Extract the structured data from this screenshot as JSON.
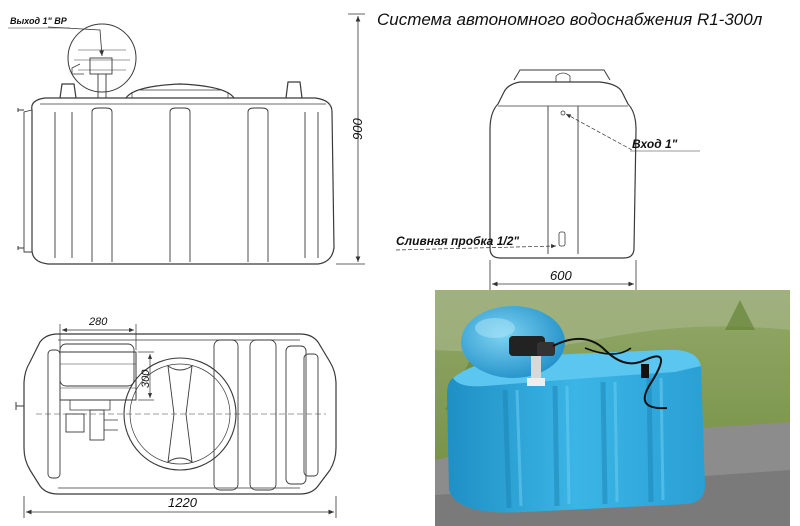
{
  "title": "Система автономного водоснабжения R1-300л",
  "callouts": {
    "outlet": "Выход 1\" ВР",
    "inlet": "Вход 1\"",
    "drain_plug": "Сливная пробка 1/2\""
  },
  "dimensions": {
    "height": "900",
    "width": "600",
    "length": "1220",
    "accumulator_length": "280",
    "accumulator_diameter": "300"
  },
  "colors": {
    "line": "#3a3a3a",
    "tank_blue": "#2aa7dc",
    "grass": "#7b9a45",
    "asphalt": "#8f8f8f"
  }
}
